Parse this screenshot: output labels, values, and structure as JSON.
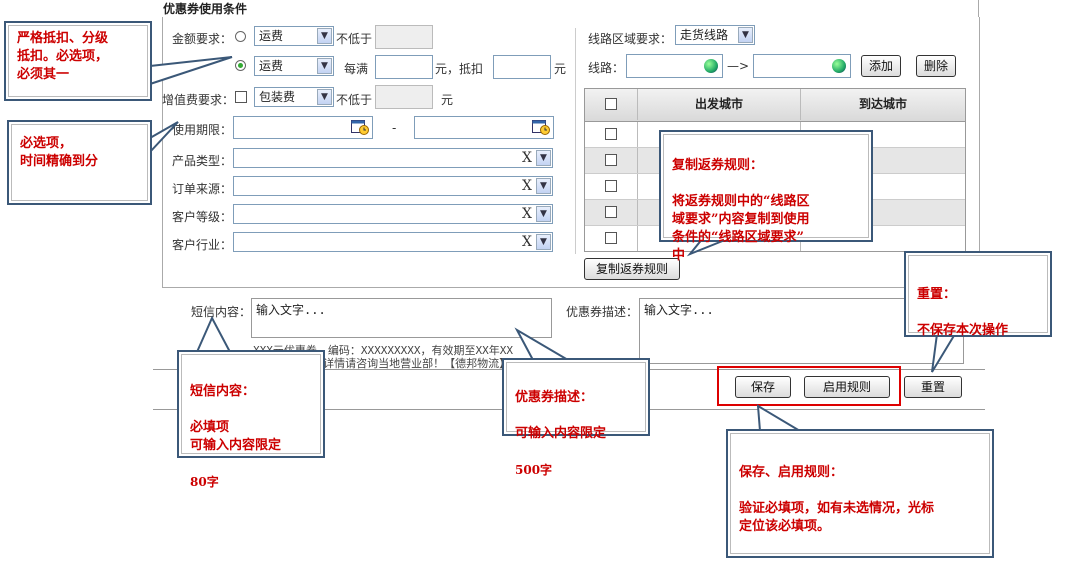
{
  "section_title": "优惠券使用条件",
  "conditions": {
    "amount_label": "金额要求：",
    "option1_select": "运费",
    "not_less_than": "不低于",
    "option2_select": "运费",
    "every_full": "每满",
    "yuan_deduct": "元，抵扣",
    "yuan": "元",
    "valueadd_label": "增值费要求：",
    "valueadd_select": "包装费",
    "valueadd_not_less": "不低于",
    "valueadd_yuan": "元",
    "period_label": "使用期限：",
    "period_dash": "-",
    "product_type_label": "产品类型：",
    "order_source_label": "订单来源：",
    "customer_level_label": "客户等级：",
    "customer_industry_label": "客户行业：",
    "clear_glyph": "X"
  },
  "route": {
    "region_label": "线路区域要求：",
    "region_select": "走货线路",
    "route_label": "线路：",
    "arrow": "—>",
    "add_button": "添加",
    "delete_button": "删除",
    "columns": [
      "出发城市",
      "到达城市"
    ],
    "copy_button": "复制返券规则"
  },
  "sms": {
    "label": "短信内容：",
    "placeholder": "输入文字...",
    "preview_line1": "XXX元优惠券，编码：XXXXXXXXX，有效期至XX年XX",
    "preview_line2": "月XX日，用券详情请咨询当地营业部！【德邦物流】"
  },
  "coupon_desc": {
    "label": "优惠券描述：",
    "placeholder": "输入文字..."
  },
  "actions": {
    "save": "保存",
    "enable": "启用规则",
    "reset": "重置"
  },
  "callouts": {
    "deduct": "严格抵扣、分级\n抵扣。必选项，\n必须其一",
    "period": "必选项，\n时间精确到分",
    "copy_title": "复制返券规则：",
    "copy_body": "将返券规则中的“线路区\n域要求”内容复制到使用\n条件的“线路区域要求”\n中",
    "reset_title": "重置：",
    "reset_body": "不保存本次操作",
    "sms_title": "短信内容：",
    "sms_body": "必填项\n可输入内容限定",
    "sms_limit": "80字",
    "desc_title": "优惠券描述：",
    "desc_body": "可输入内容限定",
    "desc_limit": "500字",
    "save_title": "保存、启用规则：",
    "save_body": "验证必填项，如有未选情况，光标\n定位该必填项。"
  },
  "colors": {
    "callout_text": "#cc0000",
    "callout_border": "#3b5878",
    "highlight_box": "#dd0000"
  }
}
